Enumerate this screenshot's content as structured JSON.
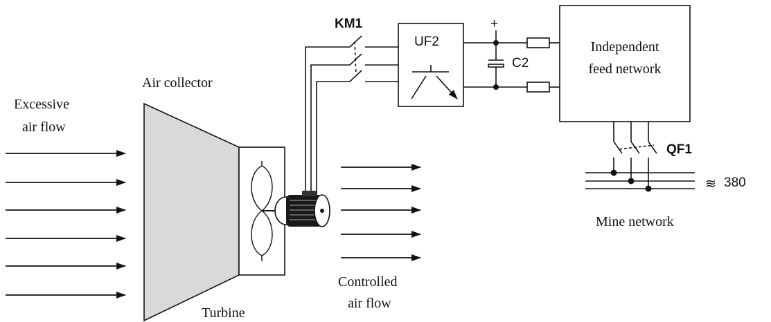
{
  "labels": {
    "excessive_line1": "Excessive",
    "excessive_line2": "air flow",
    "air_collector": "Air collector",
    "turbine": "Turbine",
    "controlled_line1": "Controlled",
    "controlled_line2": "air flow",
    "km1": "KM1",
    "uf2": "UF2",
    "c2": "C2",
    "plus": "+",
    "feed_line1": "Independent",
    "feed_line2": "feed network",
    "qf1": "QF1",
    "voltage_symbol": "≋",
    "voltage": "380",
    "mine_network": "Mine network"
  },
  "icons": {
    "fan": "fan-icon",
    "motor": "motor-icon",
    "contactor": "contactor-icon",
    "converter": "converter-icon",
    "capacitor": "capacitor-icon",
    "fuse": "fuse-icon",
    "breaker": "breaker-icon"
  },
  "colors": {
    "collector_fill": "#d9d9d9",
    "line": "#111111"
  }
}
